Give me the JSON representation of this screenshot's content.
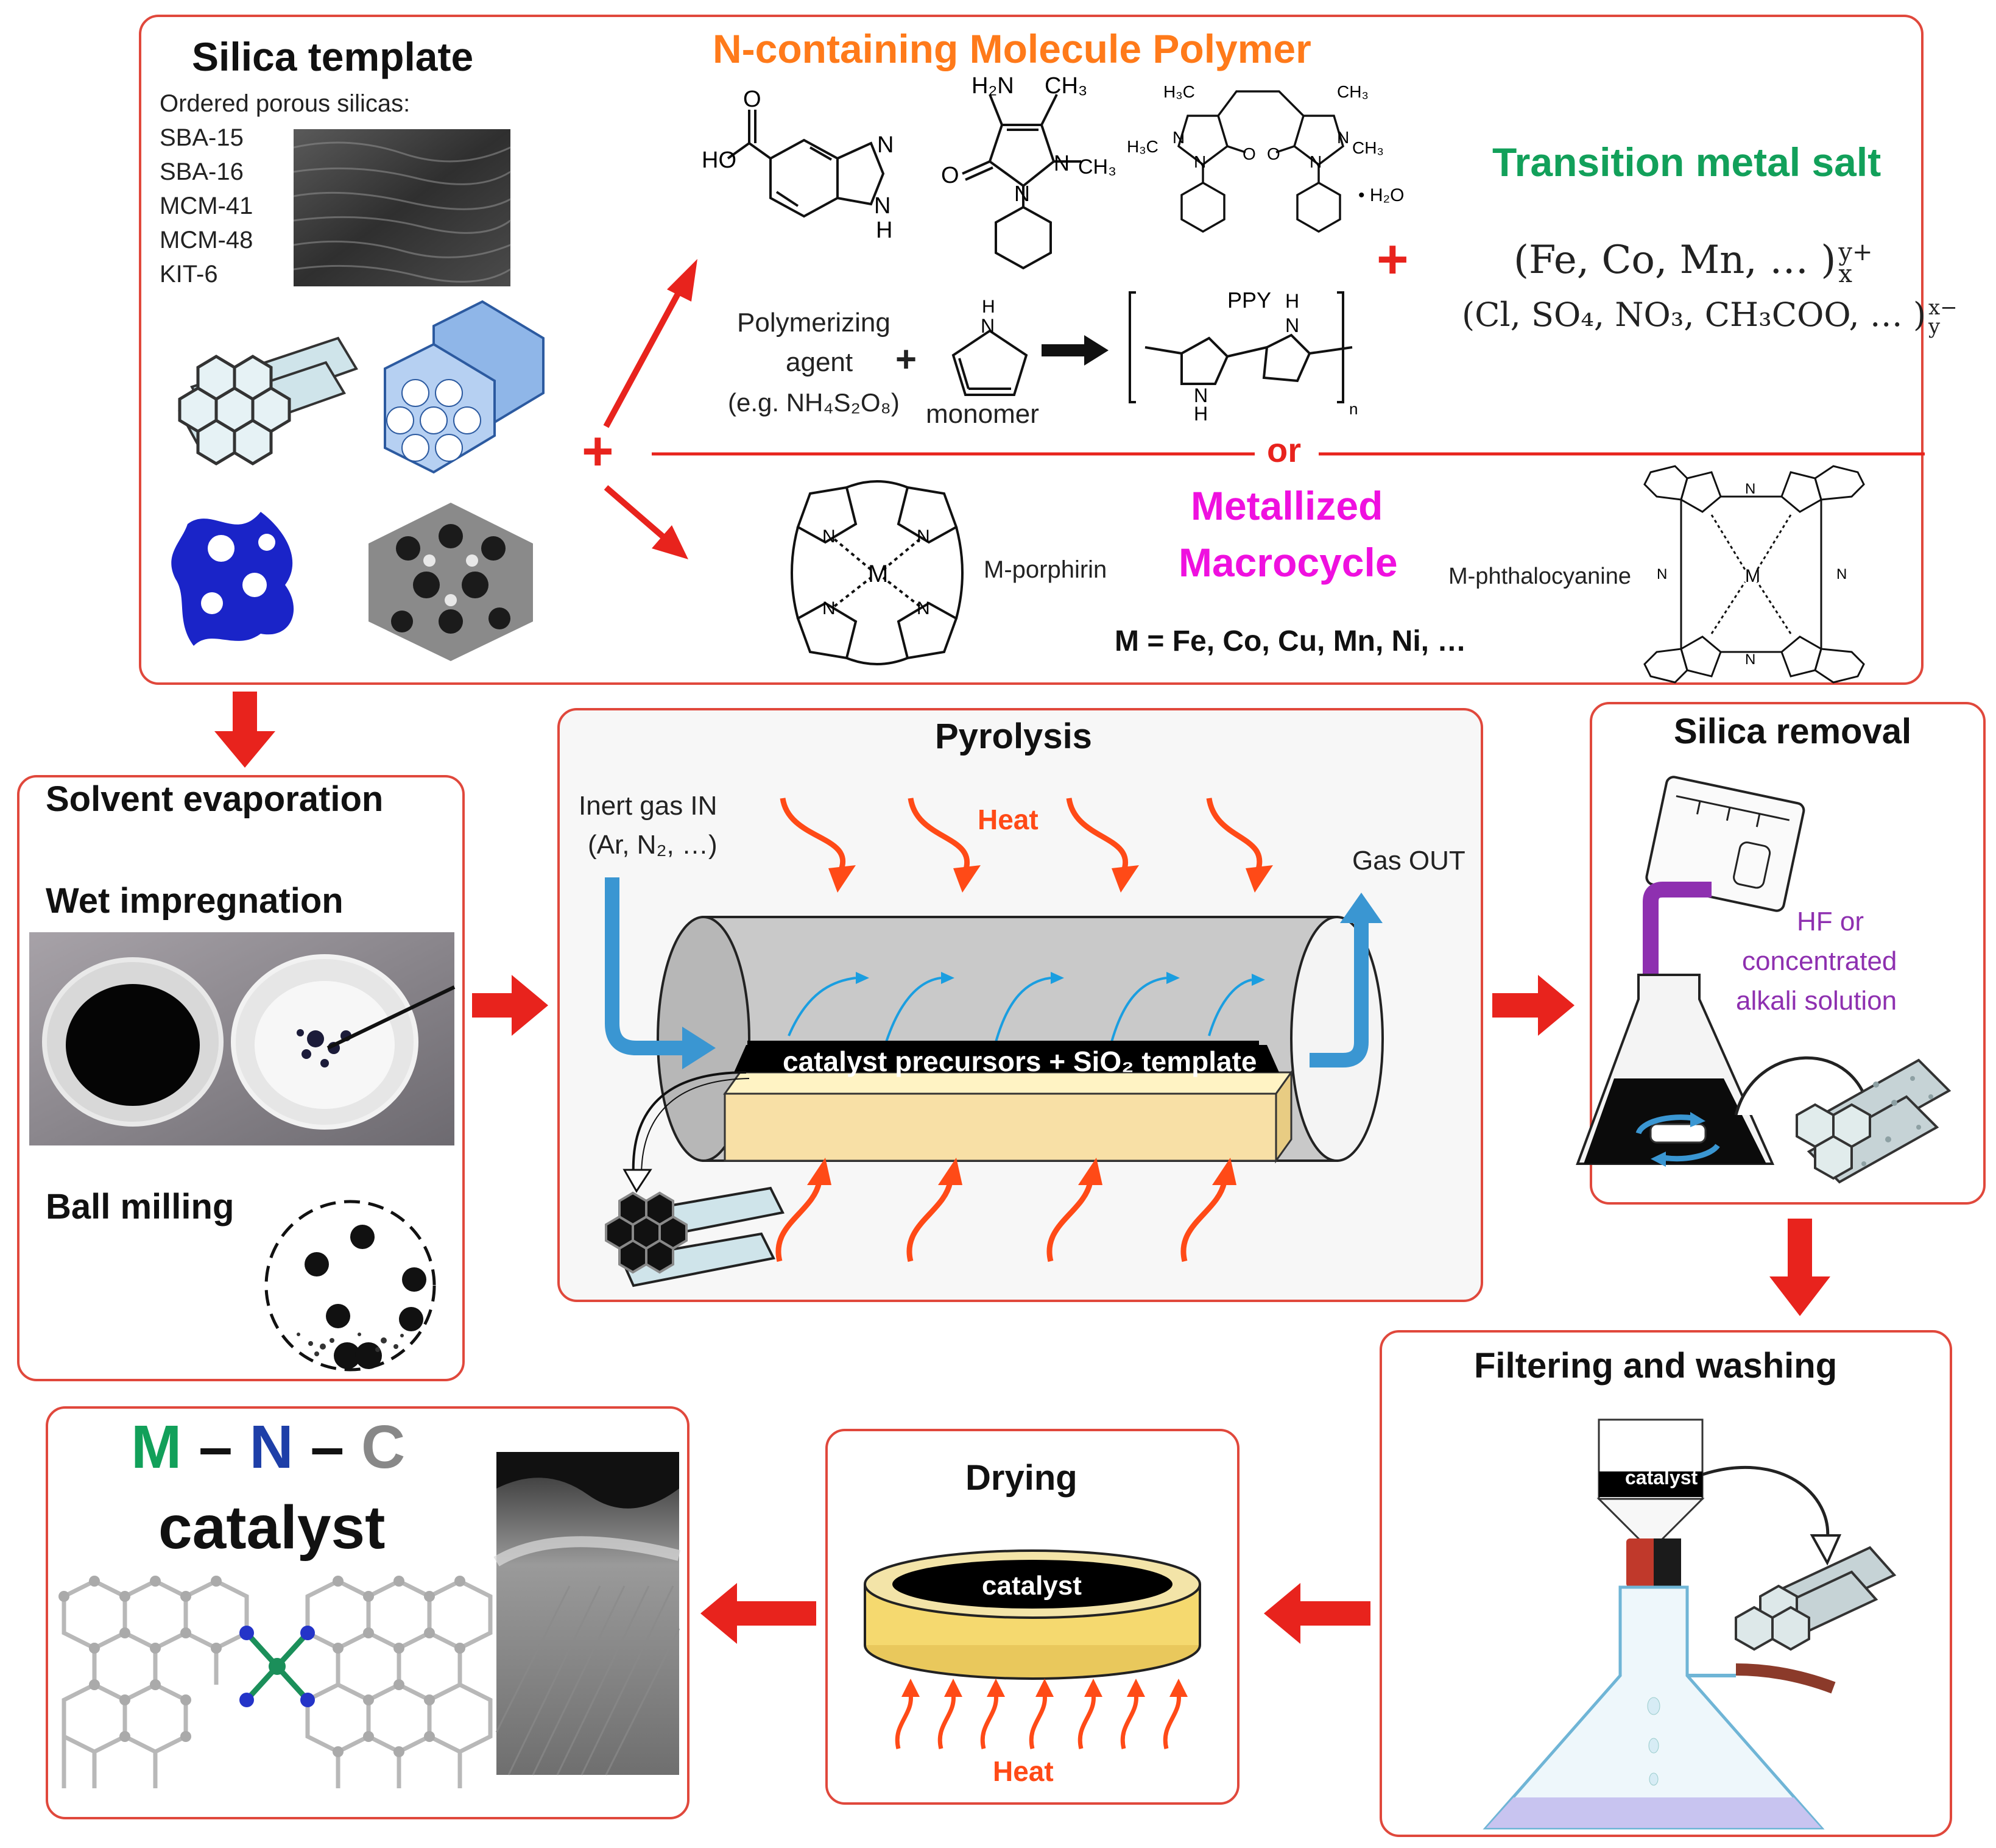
{
  "colors": {
    "panel_border": "#e0483c",
    "arrow": "#e8231d",
    "orange": "#ff7a1a",
    "green": "#12a05a",
    "magenta": "#ef10df",
    "blue": "#1e3fa8",
    "grey": "#888888",
    "purple": "#8e30b0",
    "heat": "#ff4a17",
    "gas_blue": "#3a96d2"
  },
  "template": {
    "title": "Silica template",
    "ordered": "Ordered porous silicas:",
    "list": [
      "SBA-15",
      "SBA-16",
      "MCM-41",
      "MCM-48",
      "KIT-6"
    ]
  },
  "precursor": {
    "title": "N-containing Molecule Polymer",
    "polymerizing_agent": "Polymerizing",
    "agent": "agent",
    "example": "(e.g. NH₄S₂O₈)",
    "monomer": "monomer",
    "ppy": "PPY",
    "metal_title": "Transition metal salt",
    "cations": "(Fe, Co, Mn, … )",
    "cation_sup": "y+",
    "cation_sub": "x",
    "anions": "(Cl, SO₄, NO₃, CH₃COO, … )",
    "anion_sup": "x−",
    "anion_sub": "y",
    "or": "or",
    "macro_line1": "Metallized",
    "macro_line2": "Macrocycle",
    "porphirin": "M-porphirin",
    "phthalocyanine": "M-phthalocyanine",
    "metals": "M = Fe, Co, Cu, Mn, Ni, …",
    "h2o": "• H₂O"
  },
  "solvent": {
    "title": "Solvent evaporation",
    "wet": "Wet impregnation",
    "ball": "Ball milling"
  },
  "pyrolysis": {
    "title": "Pyrolysis",
    "gas_in": "Inert gas IN",
    "gas_in2": "(Ar, N₂, …)",
    "heat": "Heat",
    "gas_out": "Gas OUT",
    "boat": "catalyst precursors + SiO₂ template"
  },
  "removal": {
    "title": "Silica removal",
    "l1": "HF or",
    "l2": "concentrated",
    "l3": "alkali solution"
  },
  "filter": {
    "title": "Filtering and washing",
    "label": "catalyst"
  },
  "drying": {
    "title": "Drying",
    "label": "catalyst",
    "heat": "Heat"
  },
  "product": {
    "m": "M",
    "n": "N",
    "c": "C",
    "dash": "–",
    "catalyst": "catalyst"
  }
}
